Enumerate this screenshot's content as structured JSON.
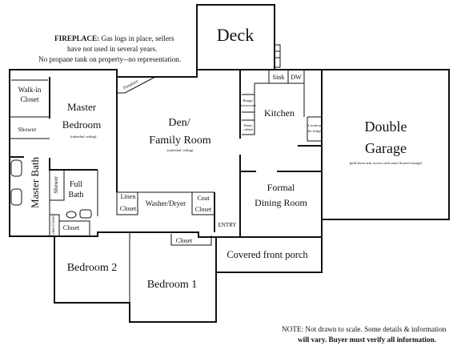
{
  "notes": {
    "fireplace_lead": "FIREPLACE:",
    "fireplace_line1_rest": " Gas logs in place, sellers",
    "fireplace_line2": "have not used in several years.",
    "fireplace_line3": "No propane tank on property--no representation.",
    "disclaimer_line1": "NOTE: Not drawn to scale. Some details & information",
    "disclaimer_line2": "will vary. Buyer must verify all information."
  },
  "rooms": {
    "deck": "Deck",
    "walk_in_closet_1": "Walk-in",
    "walk_in_closet_2": "Closet",
    "shower_top": "Shower",
    "master_bedroom_1": "Master",
    "master_bedroom_2": "Bedroom",
    "master_bedroom_note": "(cathedral ceiling)",
    "master_bath": "Master Bath",
    "shower_side": "Shower",
    "full_bath_1": "Full",
    "full_bath_2": "Bath",
    "linen_closet_small": "Linen Closet",
    "closet_hall": "Closet",
    "fireplace": "Fireplace",
    "den_1": "Den/",
    "den_2": "Family Room",
    "den_note": "(cathedral ceiling)",
    "linen_1": "Linen",
    "linen_2": "Closet",
    "washer_dryer": "Washer/Dryer",
    "coat_1": "Coat",
    "coat_2": "Closet",
    "kitchen": "Kitchen",
    "sink": "Sink",
    "dw": "DW",
    "range_1": "Range/",
    "range_2": "microwave",
    "pantry": "Pantry",
    "pantry_2": "cabinet",
    "fridge_1": "Location",
    "fridge_2": "for fridge",
    "garage_1": "Double",
    "garage_2": "Garage",
    "garage_note": "(pull down attic access with some floored storage)",
    "dining_1": "Formal",
    "dining_2": "Dining Room",
    "entry": "ENTRY",
    "porch": "Covered front porch",
    "bedroom2": "Bedroom 2",
    "bedroom1": "Bedroom 1",
    "closet_bed1": "Closet"
  }
}
